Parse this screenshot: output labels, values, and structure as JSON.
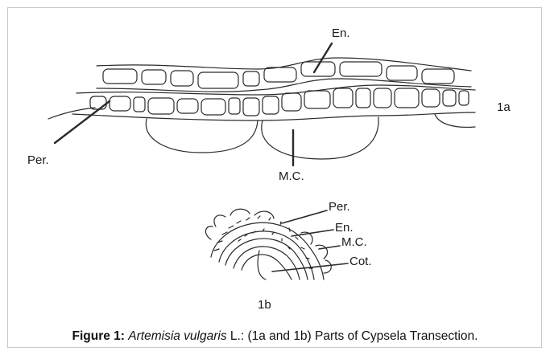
{
  "figure": {
    "panel_1a": {
      "id_label": "1a",
      "labels": {
        "endosperm": "En.",
        "pericarp": "Per.",
        "mucilage_cells": "M.C."
      }
    },
    "panel_1b": {
      "id_label": "1b",
      "labels": {
        "pericarp": "Per.",
        "endosperm": "En.",
        "mucilage_cells": "M.C.",
        "cotyledon": "Cot."
      }
    }
  },
  "caption": {
    "prefix": "Figure 1:",
    "species": "Artemisia vulgaris",
    "rest": " L.: (1a and 1b) Parts of Cypsela Transection."
  }
}
